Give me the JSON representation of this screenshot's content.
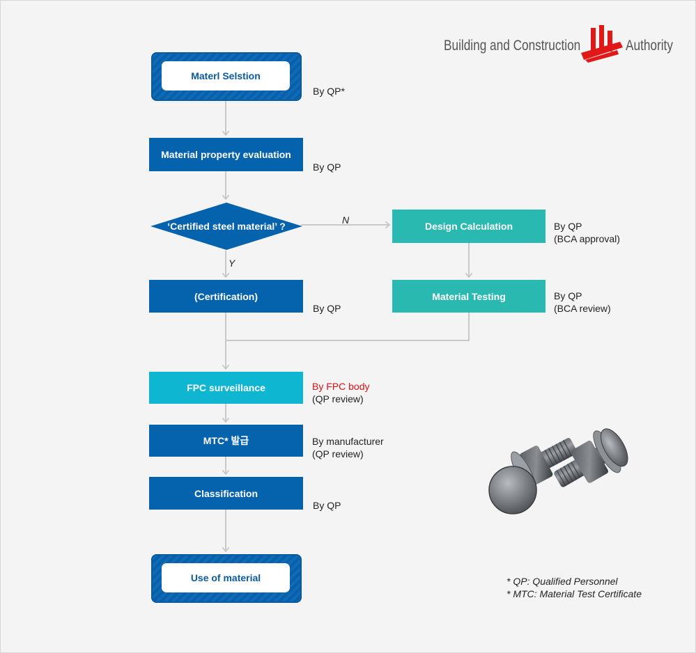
{
  "logo": {
    "left_text": "Building and Construction",
    "right_text": "Authority",
    "mark_color": "#e01818"
  },
  "flow": {
    "start": "Materl Selstion",
    "property": "Material property evaluation",
    "decision": "‘Certified steel material’ ?",
    "certification": "(Certification)",
    "design": "Design Calculation",
    "testing": "Material Testing",
    "fpc": "FPC surveillance",
    "mtc": "MTC* 발급",
    "classification": "Classification",
    "end": "Use of material"
  },
  "edges": {
    "no": "N",
    "yes": "Y"
  },
  "notes": {
    "start": "By QP*",
    "property": "By QP",
    "certification": "By QP",
    "design_1": "By QP",
    "design_2": "(BCA approval)",
    "testing_1": "By QP",
    "testing_2": "(BCA review)",
    "fpc_1": "By FPC body",
    "fpc_2": "(QP review)",
    "mtc_1": "By manufacturer",
    "mtc_2": "(QP review)",
    "classification": "By QP"
  },
  "footnotes": {
    "qp": "* QP: Qualified Personnel",
    "mtc": "* MTC: Material Test Certificate"
  },
  "colors": {
    "blue": "#0563ad",
    "teal": "#2ab9b1",
    "cyan": "#0eb6d2",
    "connector": "#c8c8c8",
    "highlight": "#e01010"
  }
}
